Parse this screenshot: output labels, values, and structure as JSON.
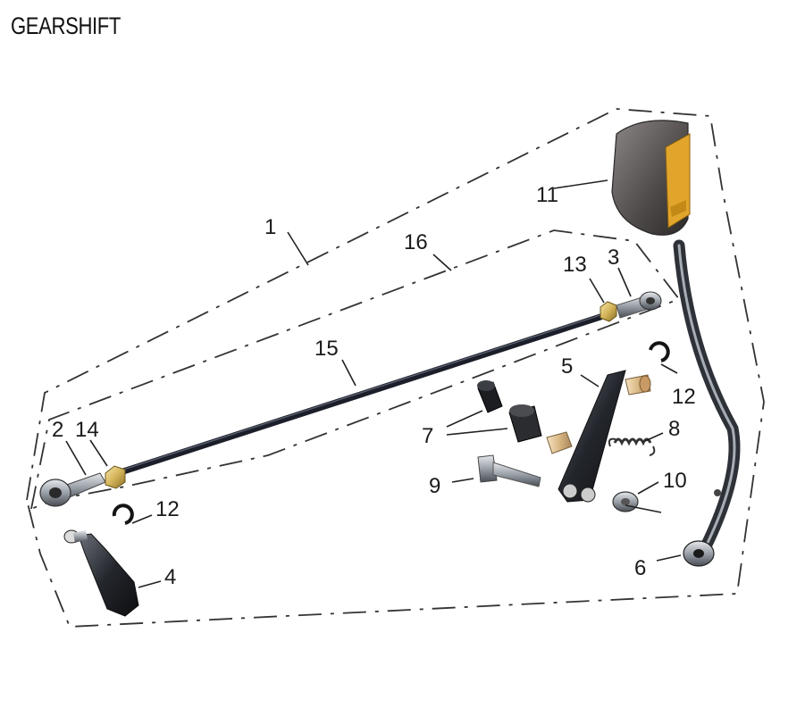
{
  "title": "GEARSHIFT",
  "callouts": [
    "1",
    "2",
    "3",
    "4",
    "5",
    "6",
    "7",
    "8",
    "9",
    "10",
    "11",
    "12",
    "12",
    "13",
    "14",
    "15",
    "16"
  ],
  "colors": {
    "text": "#1a1a1a",
    "rod": "#1c1f2a",
    "steel": "#b8bcc4",
    "knob": "#5a5655",
    "accent": "#e2a52b"
  }
}
